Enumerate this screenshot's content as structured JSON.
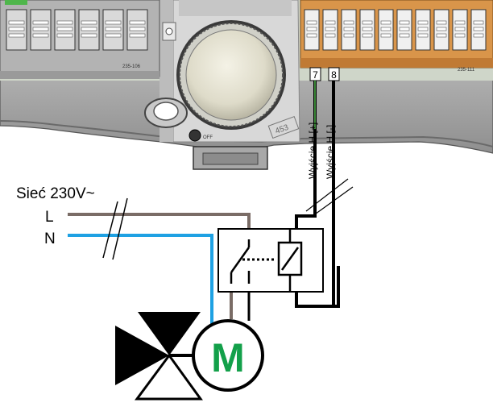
{
  "supply": {
    "title": "Sieć 230V~",
    "line_label": "L",
    "neutral_label": "N"
  },
  "terminals": {
    "left_block_code": "235-106",
    "right_block_code": "235-111",
    "terminal_7": "7",
    "terminal_8": "8"
  },
  "outputs": {
    "output_plus": "Wyjście H [+]",
    "output_minus": "Wyjście H [-]"
  },
  "actuator": {
    "motor_label": "M"
  },
  "board": {
    "button_label": "OFF",
    "chip_label": "453"
  },
  "colors": {
    "line_wire": "#7a6c66",
    "neutral_wire": "#1ea1e3",
    "control_wire": "#000000",
    "motor_text": "#13a04a",
    "terminal_orange": "#d9954a",
    "terminal_gray": "#c8c8c8",
    "pcb_green": "#9fc69a",
    "housing_gray": "#b4b4b4"
  }
}
